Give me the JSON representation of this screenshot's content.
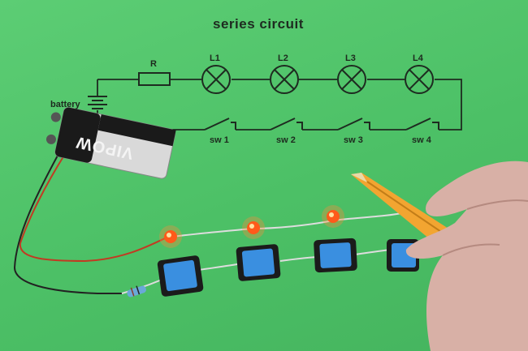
{
  "title": "series circuit",
  "labels": {
    "battery": "battery",
    "resistor": "R",
    "lamps": [
      "L1",
      "L2",
      "L3",
      "L4"
    ],
    "switches": [
      "sw 1",
      "sw 2",
      "sw 3",
      "sw 4"
    ]
  },
  "battery_brand": "VIPOW",
  "colors": {
    "background": "#4fc46a",
    "line": "#1e2b20",
    "switch": "#3a8fe0",
    "led": "#ff6a2a"
  }
}
